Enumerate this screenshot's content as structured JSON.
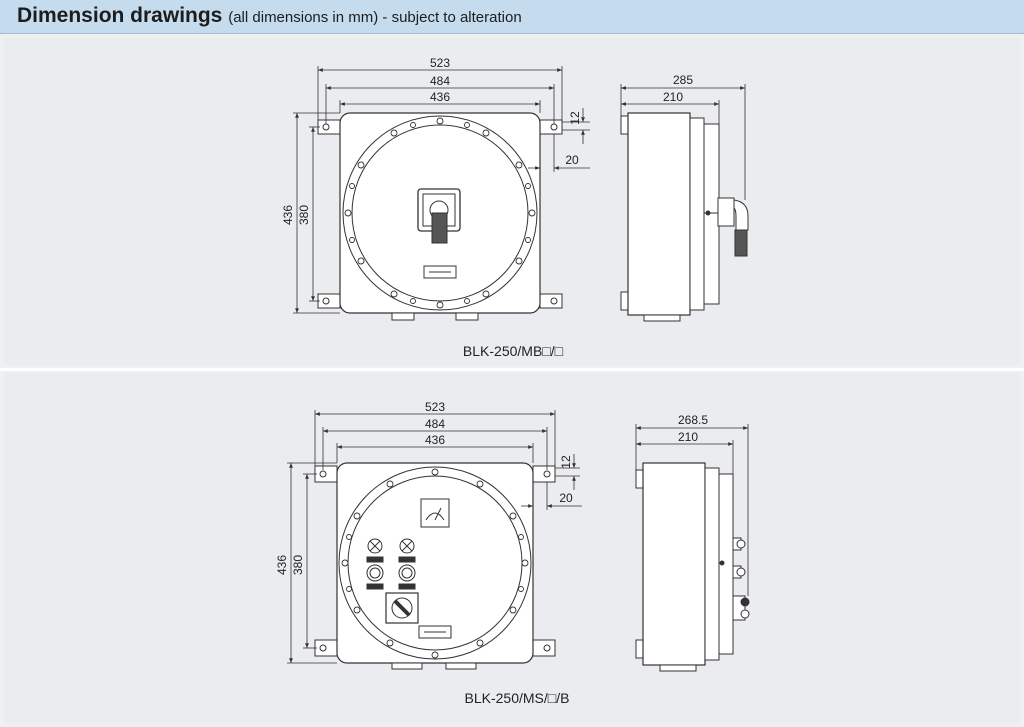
{
  "header": {
    "title": "Dimension drawings",
    "note": "(all dimensions in mm) - subject to alteration",
    "note_sep": " - subject to alteration"
  },
  "colors": {
    "header_bg": "#c5dcef",
    "panel_bg": "#eaecef",
    "line": "#333333"
  },
  "drawing1": {
    "caption": "BLK-250/MB□/□",
    "front": {
      "dim_523": "523",
      "dim_484": "484",
      "dim_436": "436",
      "dim_12": "12",
      "dim_20": "20",
      "dim_h436": "436",
      "dim_h380": "380"
    },
    "side": {
      "dim_285": "285",
      "dim_210": "210"
    }
  },
  "drawing2": {
    "caption": "BLK-250/MS/□/B",
    "front": {
      "dim_523": "523",
      "dim_484": "484",
      "dim_436": "436",
      "dim_12": "12",
      "dim_20": "20",
      "dim_h436": "436",
      "dim_h380": "380"
    },
    "side": {
      "dim_268": "268.5",
      "dim_210": "210"
    }
  }
}
